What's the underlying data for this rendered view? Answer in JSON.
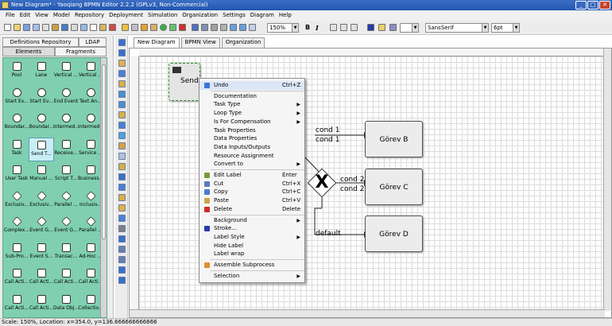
{
  "window": {
    "title": "New Diagram* - Yaoqiang BPMN Editor 2.2.2 (GPLv3, Non-Commercial)"
  },
  "window_buttons": [
    "_",
    "□",
    "✕"
  ],
  "menu": [
    "File",
    "Edit",
    "View",
    "Model",
    "Repository",
    "Deployment",
    "Simulation",
    "Organization",
    "Settings",
    "Diagram",
    "Help"
  ],
  "toolbar": {
    "zoom": "150%",
    "bold": "B",
    "italic": "I",
    "font": "SansSerif",
    "font_size": "6pt"
  },
  "left_tabs_top": [
    "Definitions Repository",
    "LDAP"
  ],
  "left_tabs_bottom": [
    "Elements",
    "Fragments"
  ],
  "palette": [
    "Pool",
    "Lane",
    "Vertical ...",
    "Vertical ...",
    "Start Ev...",
    "Start Ev...",
    "End Event",
    "Text An...",
    "Boundar...",
    "Boundar...",
    "Intermed...",
    "Intermed...",
    "Task",
    "Send T...",
    "Receive...",
    "Service ...",
    "User Task",
    "Manual ...",
    "Script T...",
    "Business...",
    "Exclusiv...",
    "Exclusiv...",
    "Parallel ...",
    "Inclusiv...",
    "Complex...",
    "Event G...",
    "Event G...",
    "Parallel ...",
    "Sub-Pro...",
    "Event S...",
    "Transac...",
    "Ad-Hoc ...",
    "Call Acti...",
    "Call Acti...",
    "Call Acti...",
    "Call Acti...",
    "Call Acti...",
    "Call Acti...",
    "Data Obj...",
    "Collectio..."
  ],
  "doc_tabs": [
    "New Diagram",
    "BPMN View",
    "Organization"
  ],
  "diagram": {
    "send_task": "Send",
    "tasks": [
      "Görev B",
      "Görev C",
      "Görev D"
    ],
    "flow_labels": [
      "cond 1",
      "cond 1",
      "cond 2",
      "cond 2",
      "default"
    ],
    "gateway": "X"
  },
  "context_menu": [
    {
      "label": "Undo",
      "shortcut": "Ctrl+Z",
      "icon": "undo-icon",
      "color": "#3b74d6"
    },
    {
      "label": "Documentation",
      "shortcut": "",
      "icon": ""
    },
    {
      "label": "Task Type",
      "shortcut": "",
      "icon": "",
      "sub": "▶"
    },
    {
      "label": "Loop Type",
      "shortcut": "",
      "icon": "",
      "sub": "▶"
    },
    {
      "label": "Is For Compensation",
      "shortcut": "",
      "icon": "",
      "sub": "▶"
    },
    {
      "label": "Task Properties",
      "shortcut": "",
      "icon": ""
    },
    {
      "label": "Data Properties",
      "shortcut": "",
      "icon": ""
    },
    {
      "label": "Data Inputs/Outputs",
      "shortcut": "",
      "icon": ""
    },
    {
      "label": "Resource Assignment",
      "shortcut": "",
      "icon": ""
    },
    {
      "label": "Convert to",
      "shortcut": "",
      "icon": "",
      "sub": "▶"
    },
    {
      "label": "Edit Label",
      "shortcut": "Enter",
      "icon": "edit-label-icon",
      "color": "#7a9a3a"
    },
    {
      "label": "Cut",
      "shortcut": "Ctrl+X",
      "icon": "cut-icon",
      "color": "#5b7bb6"
    },
    {
      "label": "Copy",
      "shortcut": "Ctrl+C",
      "icon": "copy-icon",
      "color": "#4a7cc9"
    },
    {
      "label": "Paste",
      "shortcut": "Ctrl+V",
      "icon": "paste-icon",
      "color": "#c9a44a"
    },
    {
      "label": "Delete",
      "shortcut": "Delete",
      "icon": "delete-icon",
      "color": "#d02a2a"
    },
    {
      "label": "Background",
      "shortcut": "",
      "icon": "",
      "sub": "▶"
    },
    {
      "label": "Stroke...",
      "shortcut": "",
      "icon": "stroke-icon",
      "color": "#2a3aa8"
    },
    {
      "label": "Label Style",
      "shortcut": "",
      "icon": "",
      "sub": "▶"
    },
    {
      "label": "Hide Label",
      "shortcut": "",
      "icon": ""
    },
    {
      "label": "Label wrap",
      "shortcut": "",
      "icon": ""
    },
    {
      "label": "Assemble Subprocess",
      "shortcut": "",
      "icon": "assemble-icon",
      "color": "#e09030"
    },
    {
      "label": "Selection",
      "shortcut": "",
      "icon": "",
      "sub": "▶"
    }
  ],
  "status": "Scale: 150%, Location: x=354.0, y=136.666666666666"
}
